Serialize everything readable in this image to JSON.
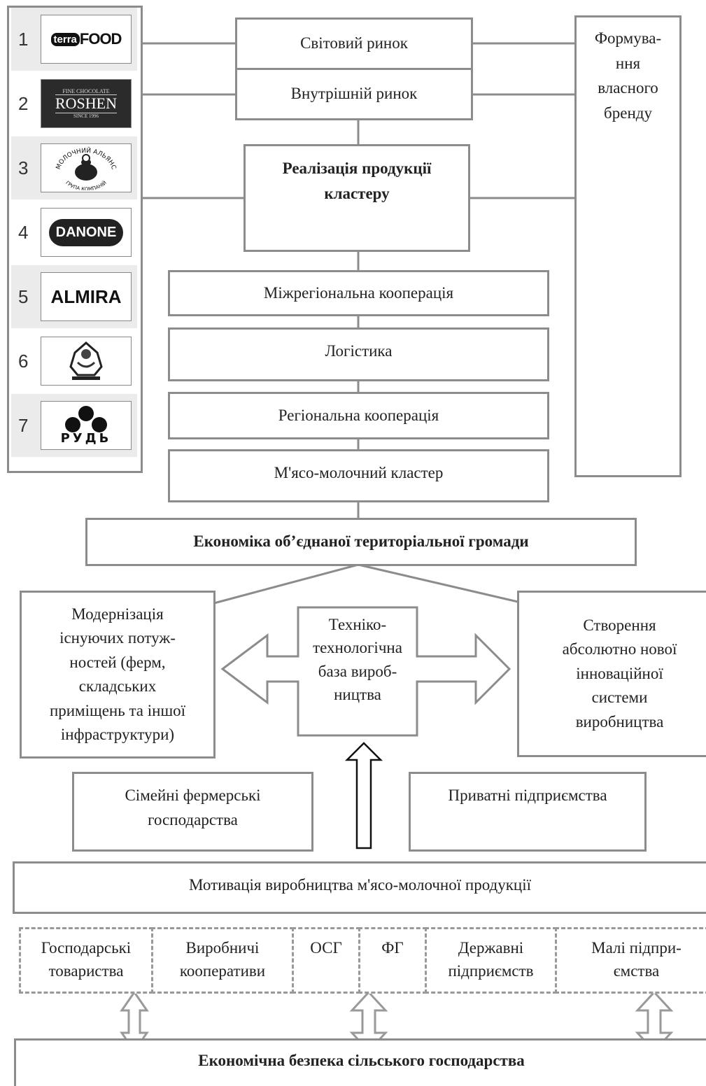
{
  "logos": [
    {
      "num": "1",
      "name": "terra-food",
      "part1": "terra",
      "part2": "FOOD"
    },
    {
      "num": "2",
      "name": "roshen",
      "text": "ROSHEN",
      "top": "FINE CHOCOLATE",
      "bottom": "SINCE 1996"
    },
    {
      "num": "3",
      "name": "molochnyi-alians",
      "ring_top": "МОЛОЧНИЙ АЛЬЯНС",
      "ring_bottom": "ГРУПА КОМПАНІЙ"
    },
    {
      "num": "4",
      "name": "danone",
      "text": "DANONE"
    },
    {
      "num": "5",
      "name": "almira",
      "text": "ALMIRA"
    },
    {
      "num": "6",
      "name": "cossack-emblem"
    },
    {
      "num": "7",
      "name": "rudj",
      "text": "РУДЬ"
    }
  ],
  "markets": {
    "world": "Світовий ринок",
    "domestic": "Внутрішній ринок"
  },
  "brand": {
    "lines": [
      "Формува-",
      "ння",
      "власного",
      "бренду"
    ]
  },
  "realization": {
    "line1": "Реалізація продукції",
    "line2": "кластеру"
  },
  "chain": {
    "interregional": "Міжрегіональна кооперація",
    "logistics": "Логістика",
    "regional": "Регіональна кооперація",
    "cluster": "М'ясо-молочний кластер"
  },
  "economy": "Економіка об’єднаної територіальної громади",
  "modernization": {
    "lines": [
      "Модернізація",
      "існуючих потуж-",
      "ностей (ферм,",
      "складських",
      "приміщень та іншої",
      "інфраструктури)"
    ]
  },
  "tech_base": {
    "lines": [
      "Техніко-",
      "технологічна",
      "база вироб-",
      "ництва"
    ]
  },
  "innovation": {
    "lines": [
      "Створення",
      "абсолютно нової",
      "інноваційної",
      "системи",
      "виробництва"
    ]
  },
  "family_farms": {
    "lines": [
      "Сімейні фермерські",
      "господарства"
    ]
  },
  "private_enterprises": "Приватні підприємства",
  "motivation": "Мотивація виробництва м'ясо-молочної продукції",
  "entities": [
    {
      "lines": [
        "Господарські",
        "товариства"
      ]
    },
    {
      "lines": [
        "Виробничі",
        "кооперативи"
      ]
    },
    {
      "lines": [
        "ОСГ"
      ]
    },
    {
      "lines": [
        "ФГ"
      ]
    },
    {
      "lines": [
        "Державні",
        "підприємств"
      ]
    },
    {
      "lines": [
        "Малі підпри-",
        "ємства"
      ]
    }
  ],
  "security": "Економічна безпека сільського господарства",
  "colors": {
    "border": "#8c8c8c",
    "text": "#222222",
    "shade": "#ebebeb"
  }
}
